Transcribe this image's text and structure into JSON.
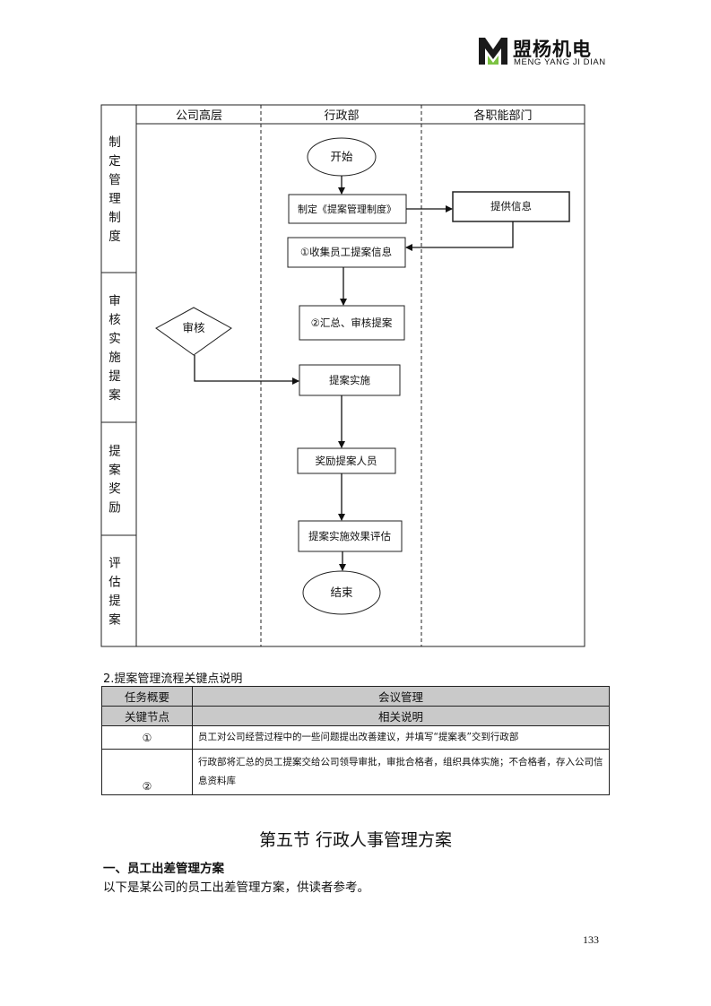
{
  "logo": {
    "cn": "盟杨机电",
    "en": "MENG YANG JI DIAN"
  },
  "flowchart": {
    "columns": [
      "公司高层",
      "行政部",
      "各职能部门"
    ],
    "phases": [
      "制定管理制度",
      "审核实施提案",
      "提案奖励",
      "评估提案"
    ],
    "nodes": {
      "start": "开始",
      "draft": "制定《提案管理制度》",
      "info": "提供信息",
      "collect": "①收集员工提案信息",
      "summary": "②汇总、审核提案",
      "review": "审核",
      "implement": "提案实施",
      "reward": "奖励提案人员",
      "evaluate": "提案实施效果评估",
      "end": "结束"
    }
  },
  "section2": {
    "label": "2.提案管理流程关键点说明",
    "task_label": "任务概要",
    "task_value": "会议管理",
    "col_node": "关键节点",
    "col_desc": "相关说明",
    "rows": [
      {
        "node": "①",
        "desc": "员工对公司经营过程中的一些问题提出改善建议，并填写“提案表”交到行政部"
      },
      {
        "node": "②",
        "desc": "行政部将汇总的员工提案交给公司领导审批，审批合格者，组织具体实施；不合格者，存入公司信息资料库"
      }
    ]
  },
  "chapter": {
    "title": "第五节 行政人事管理方案",
    "subtitle": "一、员工出差管理方案",
    "paragraph": "以下是某公司的员工出差管理方案，供读者参考。"
  },
  "page_number": "133"
}
